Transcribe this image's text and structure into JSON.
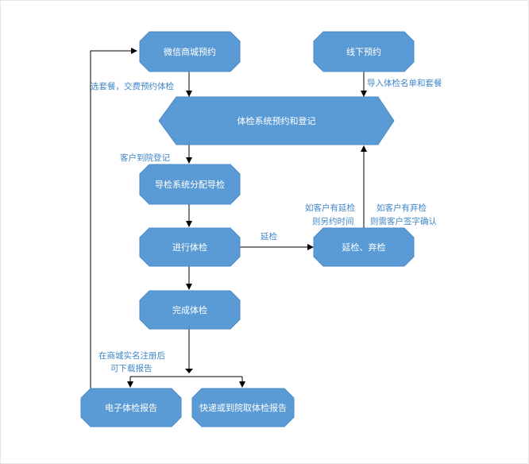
{
  "colors": {
    "node_fill": "#5b9bd5",
    "node_stroke": "#4a8ac5",
    "edge": "#000000",
    "label": "#3f86c8"
  },
  "nodes": {
    "wechat": "微信商城预约",
    "offline": "线下预约",
    "system": "体检系统预约和登记",
    "guide": "导检系统分配导检",
    "exam": "进行体检",
    "delay": "延检、弃检",
    "done": "完成体检",
    "ereport": "电子体检报告",
    "express": "快递或到院取体检报告"
  },
  "labels": {
    "select_pkg": "选套餐，交费预约体检",
    "import_list": "导入体检名单和套餐",
    "arrive": "客户到院登记",
    "delay_edge": "延检",
    "delay_note_1": "如客户有延检",
    "delay_note_2": "则另约时间",
    "abandon_note_1": "如客户有弃检",
    "abandon_note_2": "则需客户签字确认",
    "realname_1": "在商城实名注册后",
    "realname_2": "可下载报告"
  }
}
